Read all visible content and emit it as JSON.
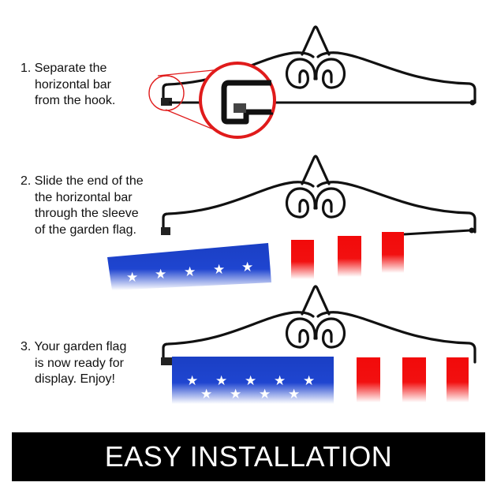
{
  "steps": [
    {
      "lines": [
        "1. Separate the",
        "horizontal bar",
        "from the hook."
      ]
    },
    {
      "lines": [
        "2. Slide the end of the",
        "the horizontal bar",
        "through the sleeve",
        "of the garden flag."
      ]
    },
    {
      "lines": [
        "3. Your garden flag",
        "is now ready for",
        "display. Enjoy!"
      ]
    }
  ],
  "banner": {
    "text": "EASY INSTALLATION"
  },
  "colors": {
    "blue": "#1a3fc4",
    "red": "#f20a0a",
    "zoom_ring": "#e01b1b",
    "banner_bg": "#000000"
  },
  "star_glyph": "★"
}
